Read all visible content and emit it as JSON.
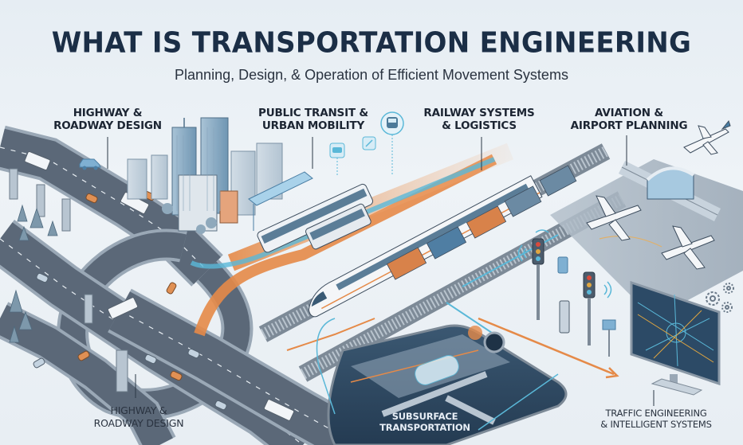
{
  "header": {
    "title": "WHAT IS TRANSPORTATION ENGINEERING",
    "subtitle": "Planning, Design, & Operation of Efficient Movement Systems"
  },
  "sections": [
    {
      "id": "highway-top",
      "line1": "HIGHWAY &",
      "line2": "ROADWAY DESIGN"
    },
    {
      "id": "public-transit",
      "line1": "PUBLIC TRANSIT &",
      "line2": "URBAN MOBILITY"
    },
    {
      "id": "railway",
      "line1": "RAILWAY SYSTEMS",
      "line2": "& LOGISTICS"
    },
    {
      "id": "aviation",
      "line1": "AVIATION &",
      "line2": "AIRPORT PLANNING"
    },
    {
      "id": "highway-bottom",
      "line1": "HIGHWAY &",
      "line2": "ROADWAY DESIGN"
    },
    {
      "id": "subsurface",
      "line1": "SUBSURFACE",
      "line2": "TRANSPORTATION"
    },
    {
      "id": "traffic",
      "line1": "TRAFFIC ENGINEERING",
      "line2": "& INTELLIGENT SYSTEMS"
    }
  ],
  "icons": [
    "car-icon",
    "train-icon",
    "bus-icon",
    "map-pin-icon",
    "airplane-icon",
    "traffic-light-icon",
    "gear-icon",
    "monitor-map-icon",
    "wifi-signal-icon"
  ],
  "colors": {
    "background": "#e8eef3",
    "title": "#1b2e46",
    "road": "#5b6878",
    "road_edge": "#9aa8b6",
    "accent_orange": "#e58a48",
    "accent_blue": "#5ab8d8",
    "tunnel_dark": "#2c4660",
    "building_blue": "#8fb2cc"
  }
}
